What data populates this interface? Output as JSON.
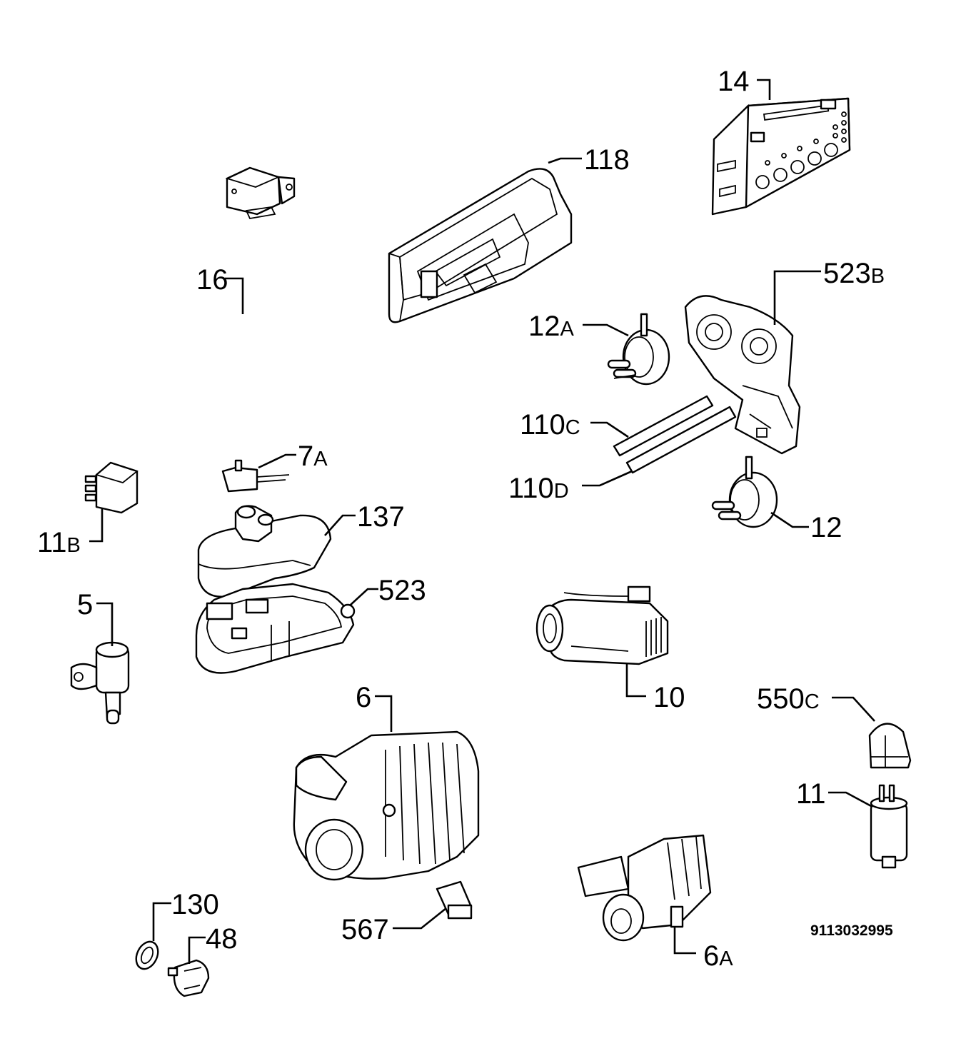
{
  "labels": {
    "p14": {
      "num": "14",
      "suffix": ""
    },
    "p118": {
      "num": "118",
      "suffix": ""
    },
    "p16": {
      "num": "16",
      "suffix": ""
    },
    "p523b": {
      "num": "523",
      "suffix": "B"
    },
    "p12a": {
      "num": "12",
      "suffix": "A"
    },
    "p110c": {
      "num": "110",
      "suffix": "C"
    },
    "p110d": {
      "num": "110",
      "suffix": "D"
    },
    "p7a": {
      "num": "7",
      "suffix": "A"
    },
    "p137": {
      "num": "137",
      "suffix": ""
    },
    "p11b": {
      "num": "11",
      "suffix": "B"
    },
    "p12": {
      "num": "12",
      "suffix": ""
    },
    "p523": {
      "num": "523",
      "suffix": ""
    },
    "p5": {
      "num": "5",
      "suffix": ""
    },
    "p10": {
      "num": "10",
      "suffix": ""
    },
    "p6": {
      "num": "6",
      "suffix": ""
    },
    "p550c": {
      "num": "550",
      "suffix": "C"
    },
    "p11": {
      "num": "11",
      "suffix": ""
    },
    "p130": {
      "num": "130",
      "suffix": ""
    },
    "p48": {
      "num": "48",
      "suffix": ""
    },
    "p567": {
      "num": "567",
      "suffix": ""
    },
    "p6a": {
      "num": "6",
      "suffix": "A"
    }
  },
  "document_number": "9113032995"
}
